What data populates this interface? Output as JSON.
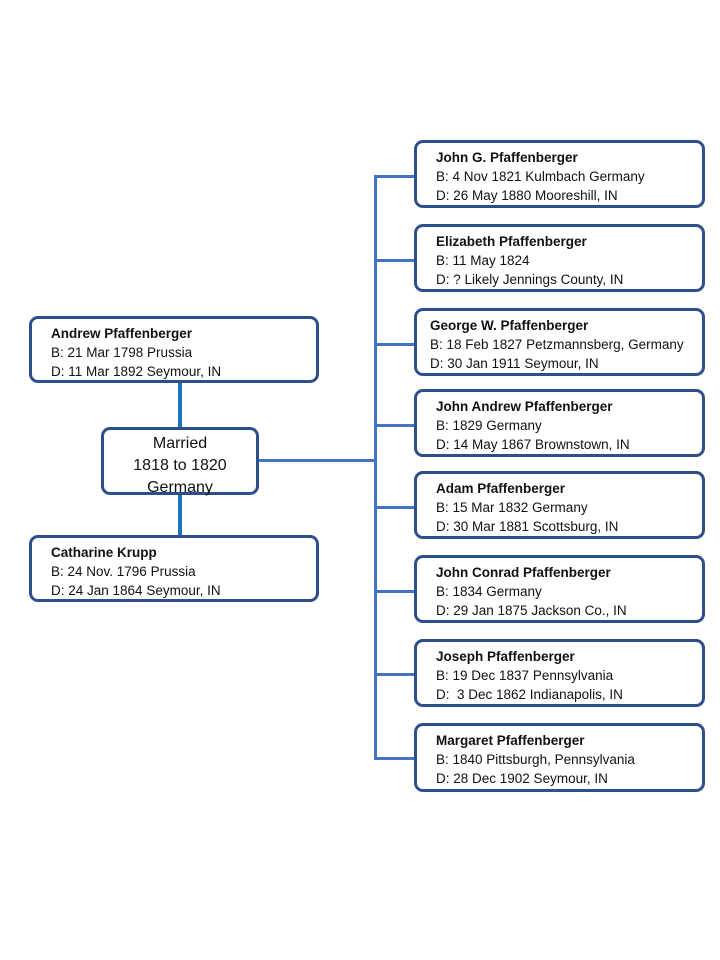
{
  "parents": [
    {
      "name": "Andrew Pfaffenberger",
      "birth": "B: 21 Mar 1798 Prussia",
      "death": "D: 11 Mar 1892 Seymour, IN"
    },
    {
      "name": "Catharine Krupp",
      "birth": "B: 24 Nov. 1796 Prussia",
      "death": "D: 24 Jan 1864 Seymour, IN"
    }
  ],
  "marriage": {
    "line1": "Married",
    "line2": "1818 to 1820",
    "line3": "Germany"
  },
  "children": [
    {
      "name": "John G. Pfaffenberger",
      "birth": "B: 4 Nov 1821 Kulmbach Germany",
      "death": "D: 26 May 1880 Mooreshill, IN"
    },
    {
      "name": "Elizabeth Pfaffenberger",
      "birth": "B: 11 May 1824",
      "death": "D: ? Likely Jennings County, IN"
    },
    {
      "name": "George W. Pfaffenberger",
      "birth": "B: 18 Feb 1827 Petzmannsberg, Germany",
      "death": "D: 30 Jan 1911 Seymour, IN"
    },
    {
      "name": "John Andrew Pfaffenberger",
      "birth": "B: 1829 Germany",
      "death": "D: 14 May 1867 Brownstown, IN"
    },
    {
      "name": "Adam Pfaffenberger",
      "birth": "B: 15 Mar 1832 Germany",
      "death": "D: 30 Mar 1881 Scottsburg, IN"
    },
    {
      "name": "John Conrad Pfaffenberger",
      "birth": "B: 1834 Germany",
      "death": "D: 29 Jan 1875 Jackson Co., IN"
    },
    {
      "name": "Joseph Pfaffenberger",
      "birth": "B: 19 Dec 1837 Pennsylvania",
      "death": "D:  3 Dec 1862 Indianapolis, IN"
    },
    {
      "name": "Margaret Pfaffenberger",
      "birth": "B: 1840 Pittsburgh, Pennsylvania",
      "death": "D: 28 Dec 1902 Seymour, IN"
    }
  ]
}
